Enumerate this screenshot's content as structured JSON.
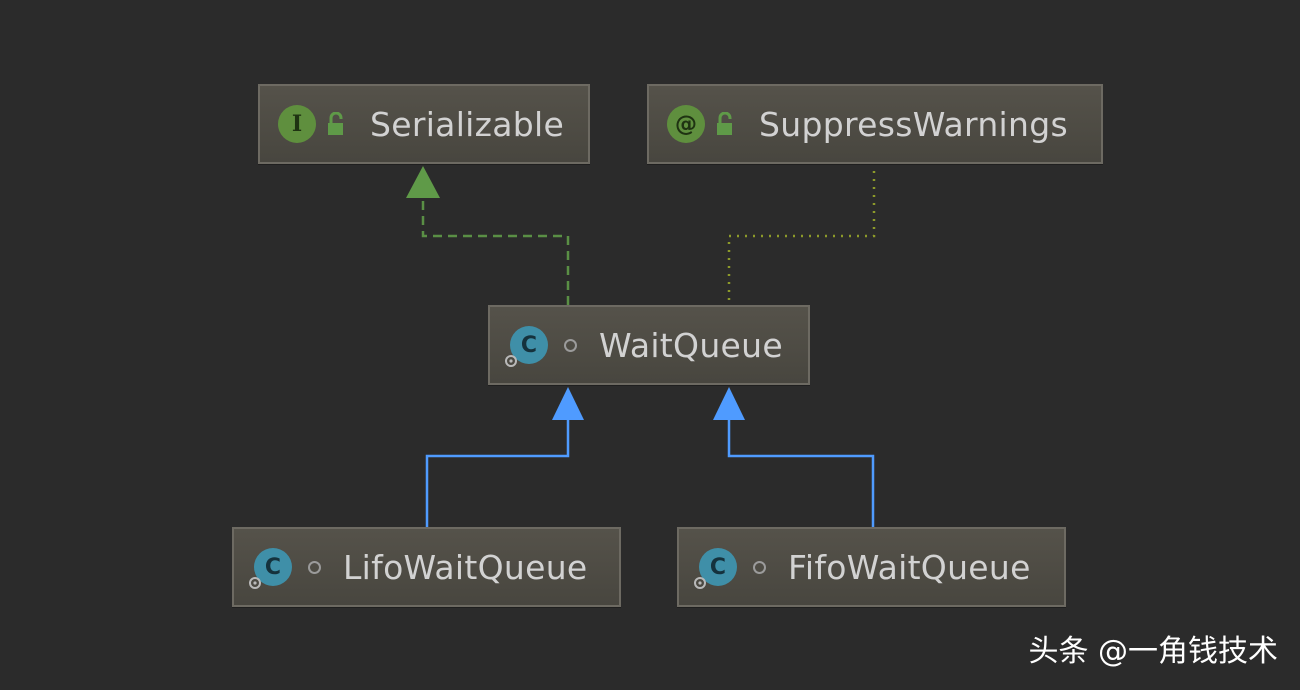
{
  "nodes": {
    "serializable": {
      "label": "Serializable",
      "kind": "interface",
      "kind_letter": "I",
      "visibility": "public"
    },
    "suppress_warnings": {
      "label": "SuppressWarnings",
      "kind": "annotation",
      "kind_letter": "@",
      "visibility": "public"
    },
    "wait_queue": {
      "label": "WaitQueue",
      "kind": "class",
      "kind_letter": "C",
      "visibility": "package-private"
    },
    "lifo_wait_queue": {
      "label": "LifoWaitQueue",
      "kind": "class",
      "kind_letter": "C",
      "visibility": "package-private"
    },
    "fifo_wait_queue": {
      "label": "FifoWaitQueue",
      "kind": "class",
      "kind_letter": "C",
      "visibility": "package-private"
    }
  },
  "edges": [
    {
      "from": "WaitQueue",
      "to": "Serializable",
      "type": "implements",
      "style": "dashed",
      "color": "#5a8f45"
    },
    {
      "from": "WaitQueue",
      "to": "SuppressWarnings",
      "type": "annotated-by",
      "style": "dotted",
      "color": "#8c9a2a"
    },
    {
      "from": "LifoWaitQueue",
      "to": "WaitQueue",
      "type": "extends",
      "style": "solid",
      "color": "#4f9bff"
    },
    {
      "from": "FifoWaitQueue",
      "to": "WaitQueue",
      "type": "extends",
      "style": "solid",
      "color": "#4f9bff"
    }
  ],
  "watermark": "头条 @一角钱技术",
  "colors": {
    "background": "#2b2b2b",
    "node_fill": "#4f4c45",
    "node_border": "#6d6a62",
    "text": "#d2d2d2",
    "interface_icon": "#5f8f3e",
    "class_icon": "#3f8fa8"
  }
}
